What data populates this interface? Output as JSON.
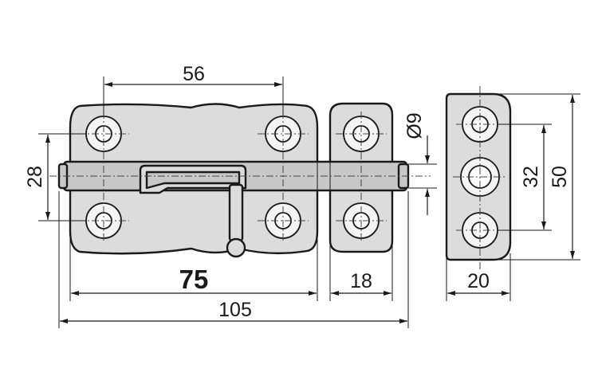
{
  "dimensions": {
    "top_hole_spacing": "56",
    "left_height": "28",
    "plate_length": "75",
    "total_length": "105",
    "keeper_width": "18",
    "pin_diameter": "Ø9",
    "side_width": "20",
    "side_hole_spacing": "32",
    "side_height": "50"
  },
  "colors": {
    "part_fill": "#dcdcdc",
    "line": "#1a1a1a"
  }
}
